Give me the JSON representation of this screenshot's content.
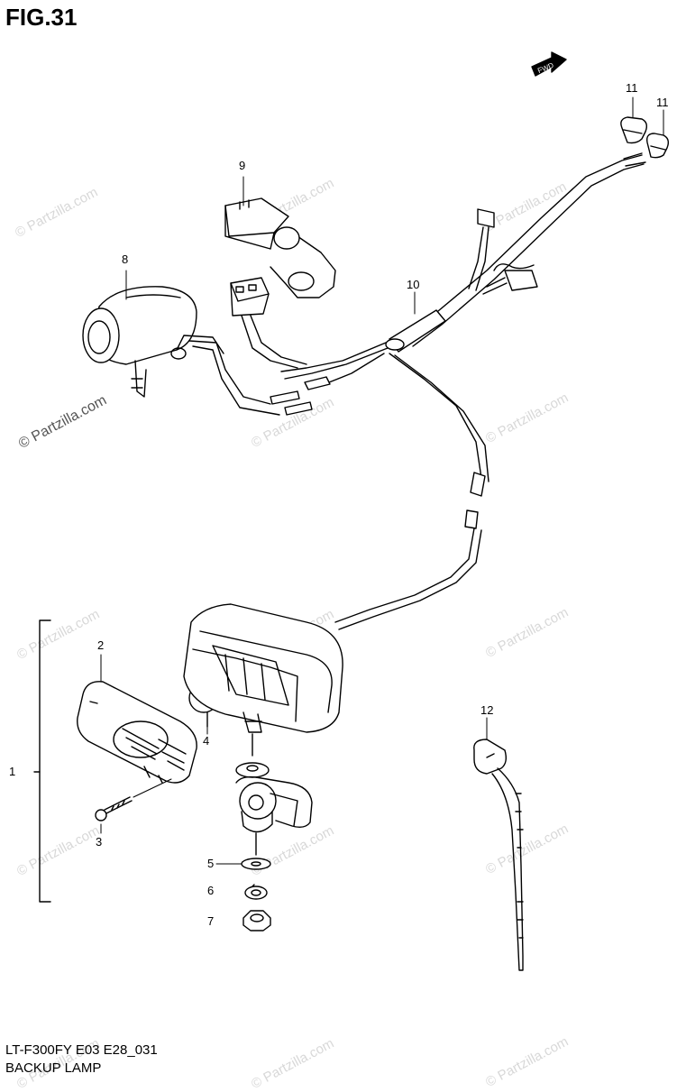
{
  "figure": {
    "title": "FIG.31",
    "code": "LT-F300FY E03 E28_031",
    "name": "BACKUP LAMP",
    "fwd_label": "FWD"
  },
  "callouts": [
    "1",
    "2",
    "3",
    "4",
    "5",
    "6",
    "7",
    "8",
    "9",
    "10",
    "11",
    "11",
    "12"
  ],
  "watermark": "© Partzilla.com"
}
